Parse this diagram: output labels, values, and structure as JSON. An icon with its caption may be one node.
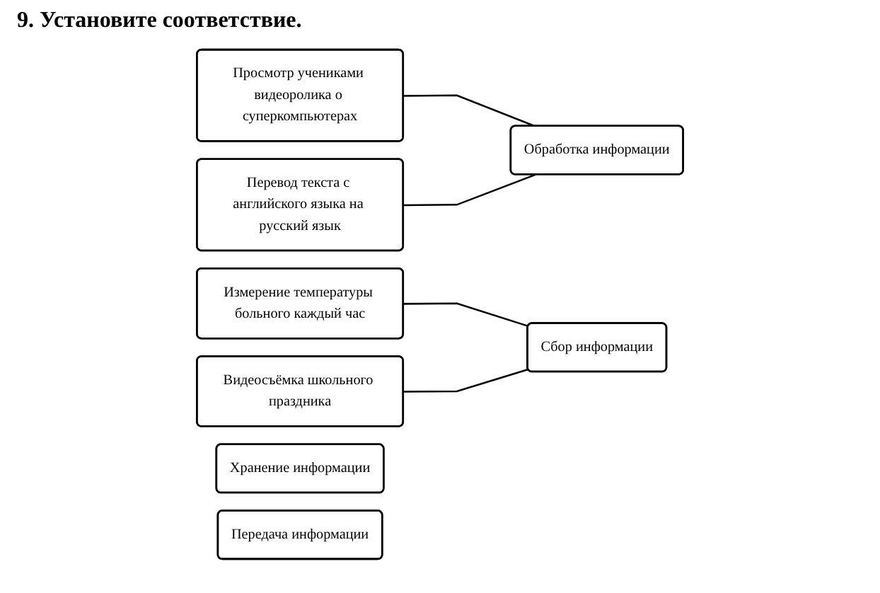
{
  "diagram": {
    "title": "9. Установите соответствие.",
    "nodes": [
      {
        "text": [
          "Просмотр учениками видеоролика о суперкомпьютерах"
        ]
      },
      {
        "text": [
          "Измерение температуры больного каждый час"
        ]
      },
      {
        "text": [
          "Видеосъёмка школьного праздника"
        ]
      },
      {
        "text": [
          "Перевод текста с английского языка на русский язык"
        ]
      },
      {
        "text": [
          "Сбор информации"
        ]
      },
      {
        "text": [
          "Обработка информации"
        ]
      },
      {
        "text": [
          "Хранение информации"
        ]
      },
      {
        "text": [
          "Передача информации"
        ]
      }
    ],
    "edges": [
      {
        "from": 0,
        "to": 5,
        "arrow": "none"
      },
      {
        "from": 1,
        "to": 4,
        "arrow": "none"
      },
      {
        "from": 2,
        "to": 4,
        "arrow": "none"
      },
      {
        "from": 3,
        "to": 5,
        "arrow": "none"
      }
    ]
  }
}
